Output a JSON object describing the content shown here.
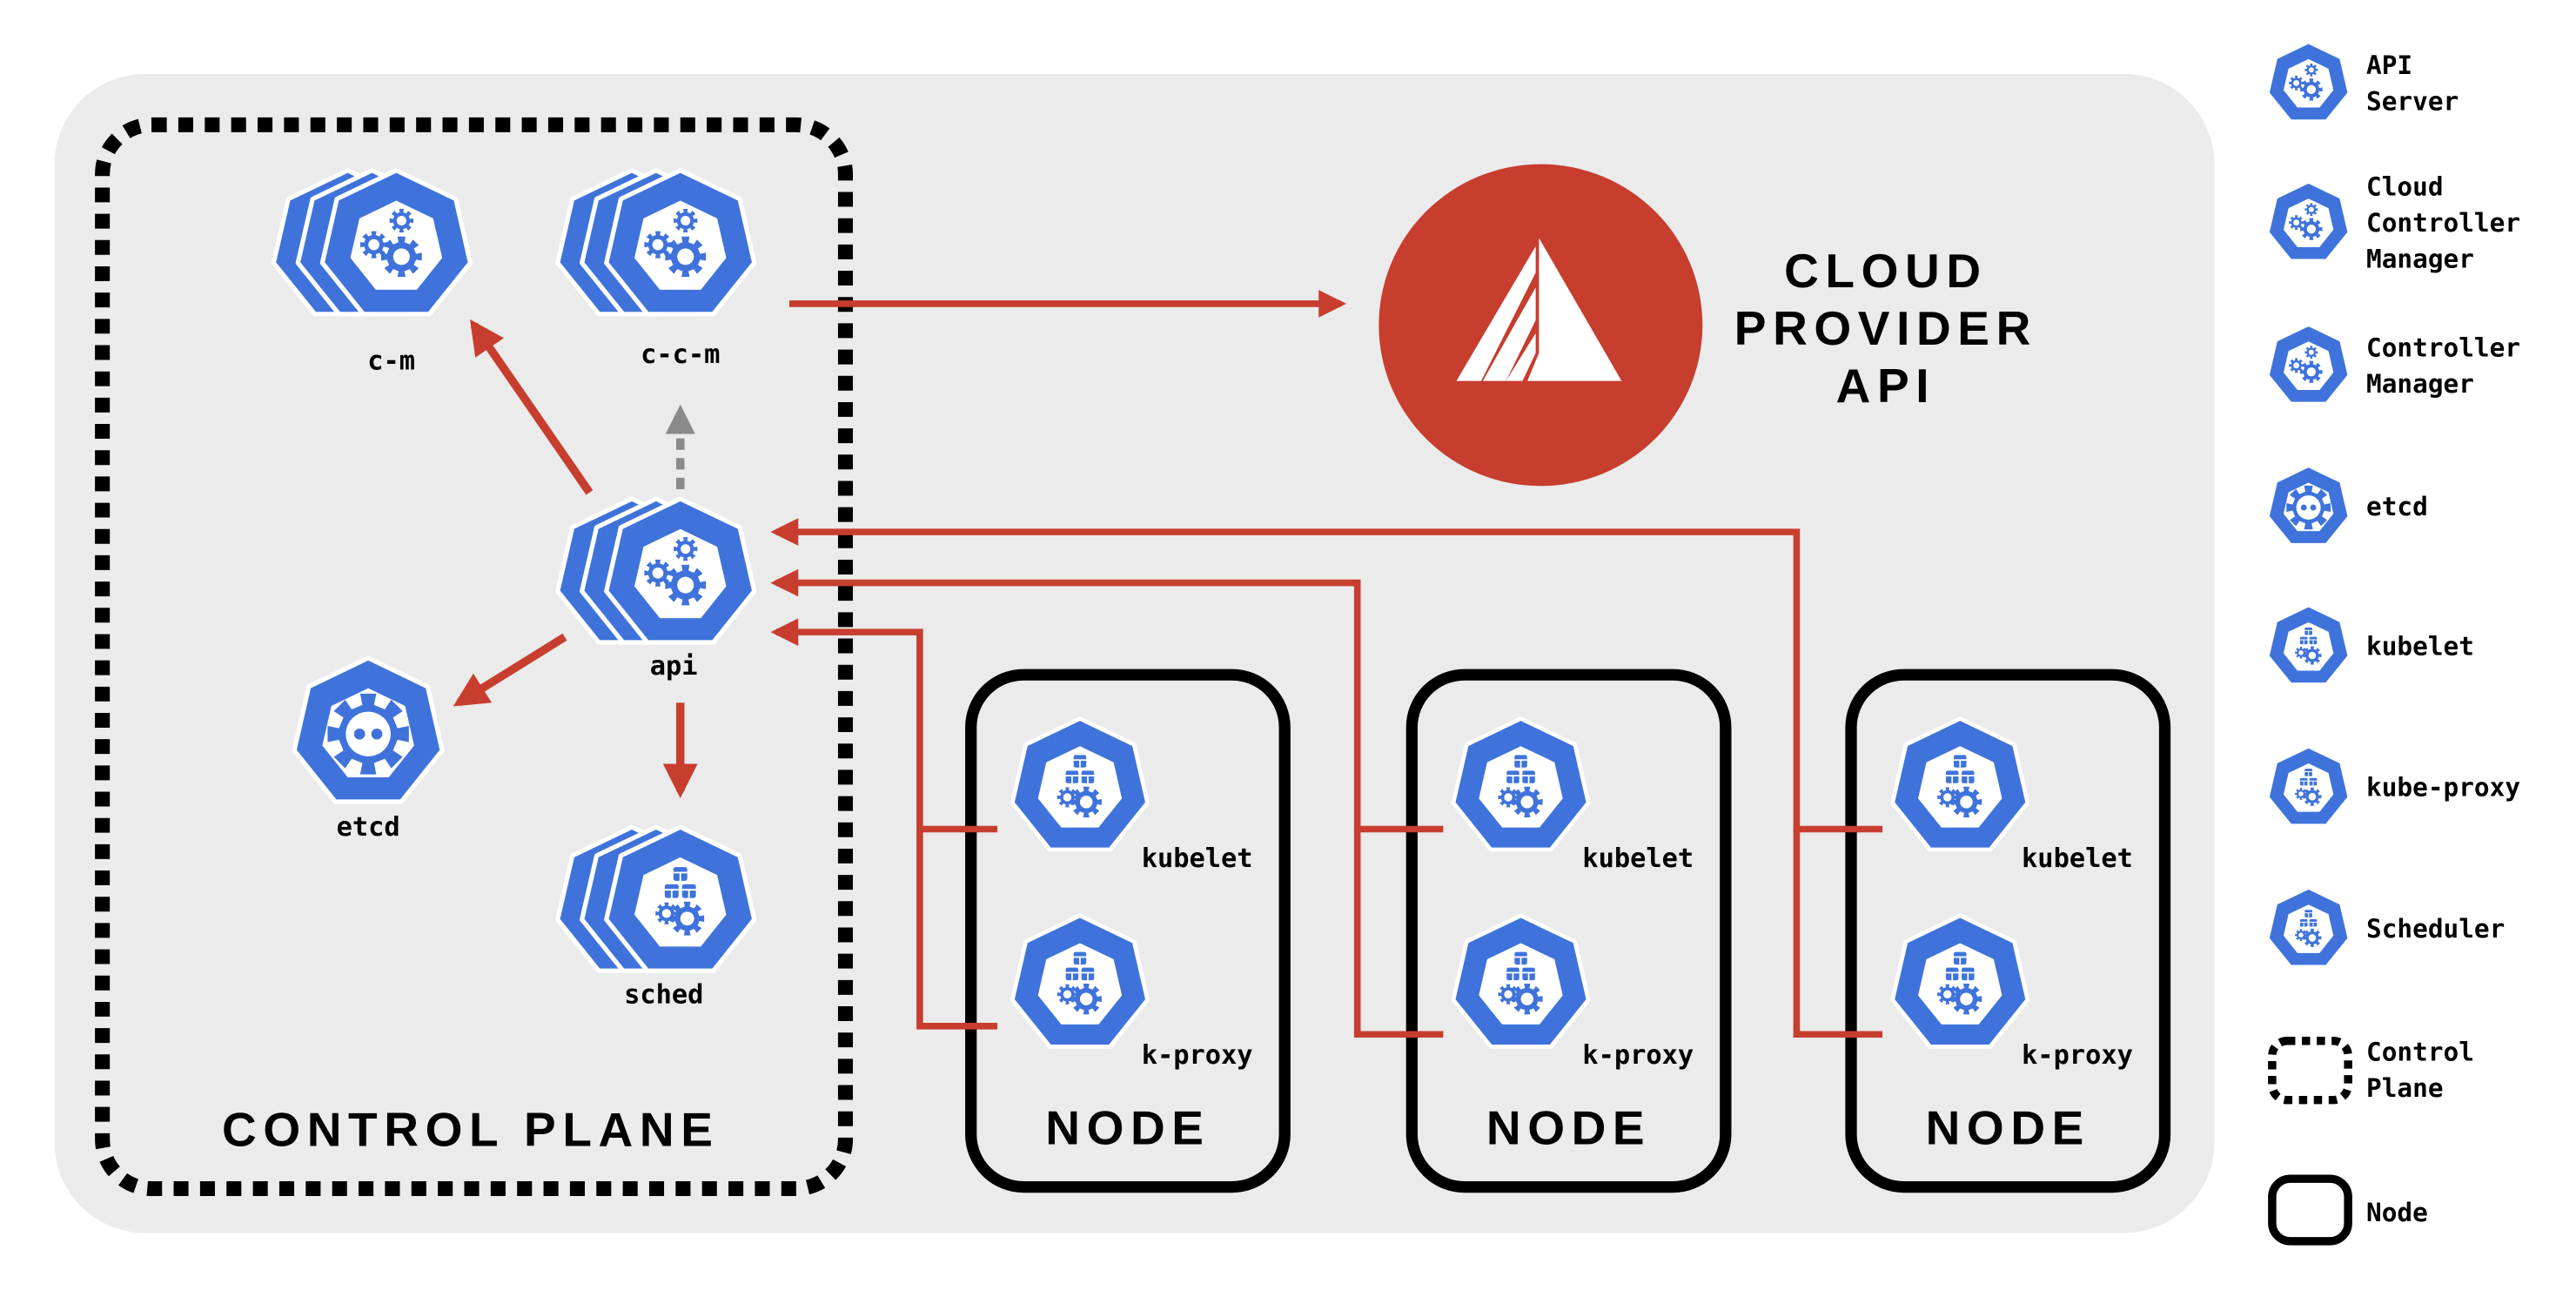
{
  "colors": {
    "k8s_blue": "#3f73db",
    "arrow_red": "#c73d2e",
    "cloud_red": "#c73d2e",
    "panel_bg": "#ebebeb",
    "dashed_gray": "#8a8a8a",
    "ink": "#000000"
  },
  "control_plane": {
    "title": "CONTROL PLANE",
    "components": [
      {
        "id": "c-m",
        "label": "c-m",
        "icon": "controller-manager-icon",
        "stacked": true
      },
      {
        "id": "c-c-m",
        "label": "c-c-m",
        "icon": "cloud-controller-manager-icon",
        "stacked": true
      },
      {
        "id": "api",
        "label": "api",
        "icon": "api-server-icon",
        "stacked": true
      },
      {
        "id": "etcd",
        "label": "etcd",
        "icon": "etcd-icon",
        "stacked": false
      },
      {
        "id": "sched",
        "label": "sched",
        "icon": "scheduler-icon",
        "stacked": true
      }
    ]
  },
  "cloud_provider": {
    "title_lines": [
      "CLOUD",
      "PROVIDER",
      "API"
    ],
    "icon": "cloud-provider-icon"
  },
  "nodes": [
    {
      "title": "NODE",
      "components": [
        {
          "label": "kubelet",
          "icon": "kubelet-icon"
        },
        {
          "label": "k-proxy",
          "icon": "kube-proxy-icon"
        }
      ]
    },
    {
      "title": "NODE",
      "components": [
        {
          "label": "kubelet",
          "icon": "kubelet-icon"
        },
        {
          "label": "k-proxy",
          "icon": "kube-proxy-icon"
        }
      ]
    },
    {
      "title": "NODE",
      "components": [
        {
          "label": "kubelet",
          "icon": "kubelet-icon"
        },
        {
          "label": "k-proxy",
          "icon": "kube-proxy-icon"
        }
      ]
    }
  ],
  "connections": [
    {
      "from": "api",
      "to": "c-m",
      "style": "solid"
    },
    {
      "from": "api",
      "to": "c-c-m",
      "style": "dashed"
    },
    {
      "from": "api",
      "to": "etcd",
      "style": "solid"
    },
    {
      "from": "api",
      "to": "sched",
      "style": "solid"
    },
    {
      "from": "c-c-m",
      "to": "cloud-provider-api",
      "style": "solid"
    },
    {
      "from": "node-1",
      "to": "api",
      "style": "solid"
    },
    {
      "from": "node-2",
      "to": "api",
      "style": "solid"
    },
    {
      "from": "node-3",
      "to": "api",
      "style": "solid"
    }
  ],
  "legend": [
    {
      "label_lines": [
        "API",
        "Server"
      ],
      "icon": "api-server-icon"
    },
    {
      "label_lines": [
        "Cloud",
        "Controller",
        "Manager"
      ],
      "icon": "cloud-controller-manager-icon"
    },
    {
      "label_lines": [
        "Controller",
        "Manager"
      ],
      "icon": "controller-manager-icon"
    },
    {
      "label_lines": [
        "etcd"
      ],
      "icon": "etcd-icon"
    },
    {
      "label_lines": [
        "kubelet"
      ],
      "icon": "kubelet-icon"
    },
    {
      "label_lines": [
        "kube-proxy"
      ],
      "icon": "kube-proxy-icon"
    },
    {
      "label_lines": [
        "Scheduler"
      ],
      "icon": "scheduler-icon"
    },
    {
      "label_lines": [
        "Control",
        "Plane"
      ],
      "icon": "control-plane-dotted-box-icon"
    },
    {
      "label_lines": [
        "Node"
      ],
      "icon": "node-box-icon"
    }
  ]
}
